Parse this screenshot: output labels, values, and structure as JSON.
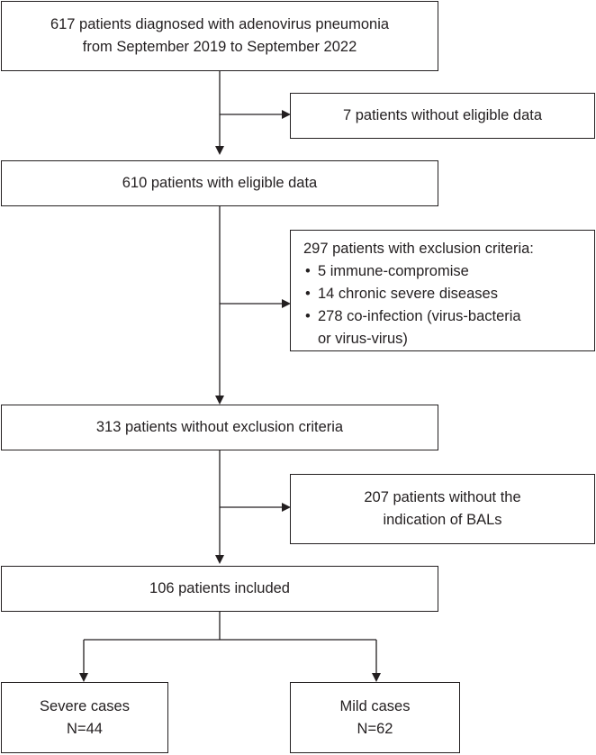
{
  "flowchart": {
    "start": {
      "lines": [
        "617 patients diagnosed with adenovirus pneumonia",
        "from September 2019 to September 2022"
      ]
    },
    "excluded_no_data": {
      "text": "7 patients without eligible data"
    },
    "eligible": {
      "text": "610 patients with eligible data"
    },
    "exclusion_criteria": {
      "heading": "297 patients with exclusion criteria:",
      "items": [
        "5 immune-compromise",
        "14 chronic severe diseases",
        "278 co-infection (virus-bacteria"
      ],
      "continuation": "or virus-virus)"
    },
    "without_exclusion": {
      "text": "313 patients without exclusion criteria"
    },
    "no_bal": {
      "lines": [
        "207 patients without the",
        "indication of BALs"
      ]
    },
    "included": {
      "text": "106 patients included"
    },
    "severe": {
      "lines": [
        "Severe cases",
        "N=44"
      ]
    },
    "mild": {
      "lines": [
        "Mild cases",
        "N=62"
      ]
    }
  }
}
